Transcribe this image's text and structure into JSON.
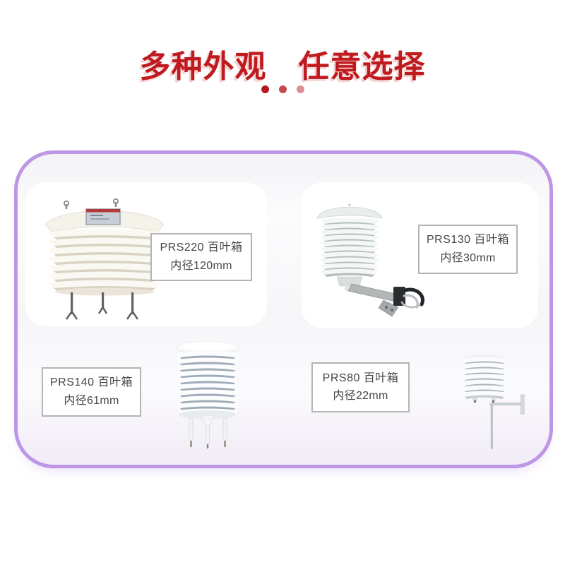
{
  "header": {
    "title": "多种外观　任意选择",
    "title_color": "#bf1b1f",
    "dot_colors": [
      "#b2181d",
      "#c54a4e",
      "#d99093"
    ]
  },
  "panel": {
    "border_color": "#bd97e6",
    "products": [
      {
        "model": "PRS220 百叶箱",
        "spec": "内径120mm",
        "image": "louvered-shield-with-tripod-legs"
      },
      {
        "model": "PRS130 百叶箱",
        "spec": "内径30mm",
        "image": "louvered-shield-with-mounting-arm"
      },
      {
        "model": "PRS140 百叶箱",
        "spec": "内径61mm",
        "image": "louvered-shield-with-probe-pins"
      },
      {
        "model": "PRS80 百叶箱",
        "spec": "内径22mm",
        "image": "louvered-shield-with-wall-bracket"
      }
    ]
  }
}
